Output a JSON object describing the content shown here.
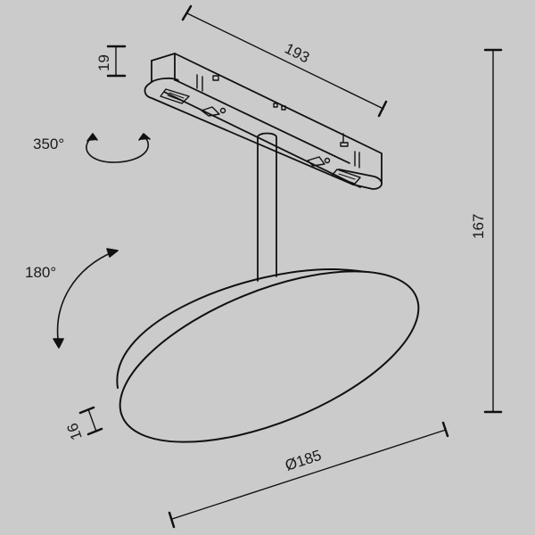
{
  "background_color": "#cbcbcb",
  "line_color": "#111111",
  "dimensions": {
    "track_length": "193",
    "track_height": "19",
    "total_height": "167",
    "disc_diameter": "Ø185",
    "disc_thickness": "16"
  },
  "rotations": {
    "horizontal": "350°",
    "vertical": "180°"
  }
}
